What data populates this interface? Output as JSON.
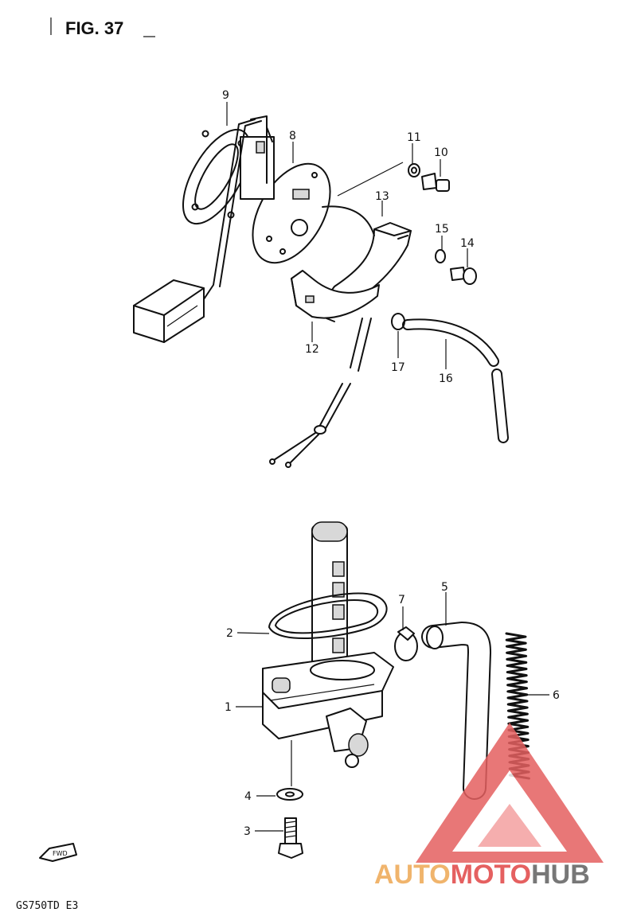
{
  "figure": {
    "title": "FIG. 37",
    "model": "GS750TD  E3",
    "fwd_label": "FWD"
  },
  "callouts": {
    "c1": "1",
    "c2": "2",
    "c3": "3",
    "c4": "4",
    "c5": "5",
    "c6": "6",
    "c7": "7",
    "c8": "8",
    "c9": "9",
    "c10": "10",
    "c11": "11",
    "c12": "12",
    "c13": "13",
    "c14": "14",
    "c15": "15",
    "c16": "16",
    "c17": "17"
  },
  "watermark": {
    "part1": "AUTO",
    "part2": "MOTO",
    "part3": "HUB"
  },
  "colors": {
    "ink": "#111111",
    "watermark_red": "#e56060",
    "watermark_orange": "#f0b46c",
    "watermark_gray": "#777777"
  }
}
